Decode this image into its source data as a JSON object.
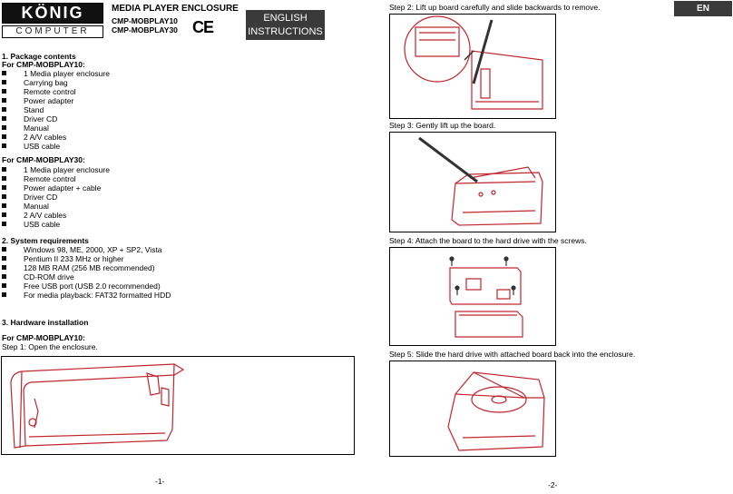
{
  "header": {
    "logo_top": "KÖNIG",
    "logo_bottom": "COMPUTER",
    "title": "MEDIA PLAYER ENCLOSURE",
    "model1": "CMP-MOBPLAY10",
    "model2": "CMP-MOBPLAY30",
    "ce_mark": "CE",
    "lang_line1": "ENGLISH",
    "lang_line2": "INSTRUCTIONS"
  },
  "package": {
    "heading": "1. Package contents",
    "mob10_heading": "For CMP-MOBPLAY10:",
    "mob10_items": [
      "1 Media player enclosure",
      "Carrying bag",
      "Remote control",
      "Power adapter",
      "Stand",
      "Driver CD",
      "Manual",
      "2 A/V cables",
      "USB cable"
    ],
    "mob30_heading": "For CMP-MOBPLAY30:",
    "mob30_items": [
      "1 Media player enclosure",
      "Remote control",
      "Power adapter + cable",
      "Driver CD",
      "Manual",
      "2 A/V cables",
      "USB cable"
    ]
  },
  "system": {
    "heading": "2. System requirements",
    "items": [
      "Windows 98, ME, 2000, XP + SP2, Vista",
      "Pentium II 233 MHz or higher",
      "128 MB RAM (256 MB recommended)",
      "CD-ROM drive",
      "Free USB port (USB 2.0 recommended)",
      "For media playback: FAT32 formatted HDD"
    ]
  },
  "hardware": {
    "heading": "3. Hardware installation",
    "sub": "For CMP-MOBPLAY10:",
    "step1": "Step 1: Open the enclosure."
  },
  "right": {
    "tab": "EN",
    "step2": "Step 2: Lift up board carefully and slide backwards to remove.",
    "step3": "Step 3: Gently lift up the board.",
    "step4": "Step 4: Attach the board to the hard drive with the screws.",
    "step5": "Step 5: Slide the hard drive with attached board back into the enclosure."
  },
  "footer": {
    "page1": "-1-",
    "page2": "-2-"
  }
}
